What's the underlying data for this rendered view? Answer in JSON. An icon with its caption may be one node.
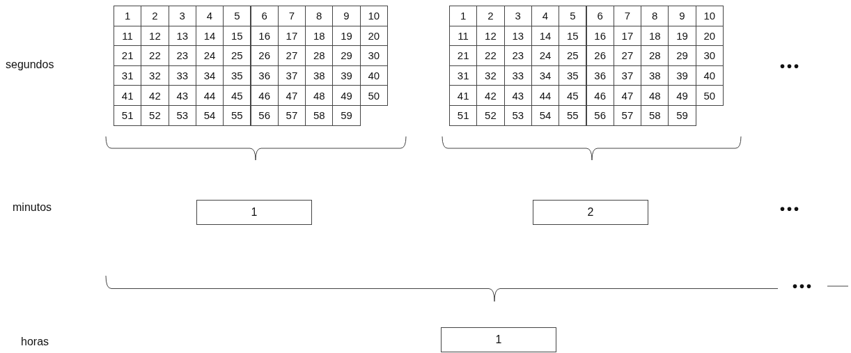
{
  "diagram": {
    "nodes": [
      {
        "text": [
          "1"
        ]
      },
      {
        "text": [
          "2"
        ]
      },
      {
        "text": [
          "1"
        ]
      }
    ],
    "labels": [
      "segundos",
      "1",
      "2",
      "3",
      "4",
      "5",
      "6",
      "7",
      "8",
      "9",
      "10",
      "11",
      "12",
      "13",
      "14",
      "15",
      "16",
      "17",
      "18",
      "19",
      "20",
      "21",
      "22",
      "23",
      "24",
      "25",
      "26",
      "27",
      "28",
      "29",
      "30",
      "31",
      "32",
      "33",
      "34",
      "35",
      "36",
      "37",
      "38",
      "39",
      "40",
      "41",
      "42",
      "43",
      "44",
      "45",
      "46",
      "47",
      "48",
      "49",
      "50",
      "51",
      "52",
      "53",
      "54",
      "55",
      "56",
      "57",
      "58",
      "59",
      "1",
      "2",
      "3",
      "4",
      "5",
      "6",
      "7",
      "8",
      "9",
      "10",
      "11",
      "12",
      "13",
      "14",
      "15",
      "16",
      "17",
      "18",
      "19",
      "20",
      "21",
      "22",
      "23",
      "24",
      "25",
      "26",
      "27",
      "28",
      "29",
      "30",
      "31",
      "32",
      "33",
      "34",
      "35",
      "36",
      "37",
      "38",
      "39",
      "40",
      "41",
      "42",
      "43",
      "44",
      "45",
      "46",
      "47",
      "48",
      "49",
      "50",
      "51",
      "52",
      "53",
      "54",
      "55",
      "56",
      "57",
      "58",
      "59",
      "•••",
      "minutos",
      "•••",
      "•••",
      "horas"
    ]
  }
}
